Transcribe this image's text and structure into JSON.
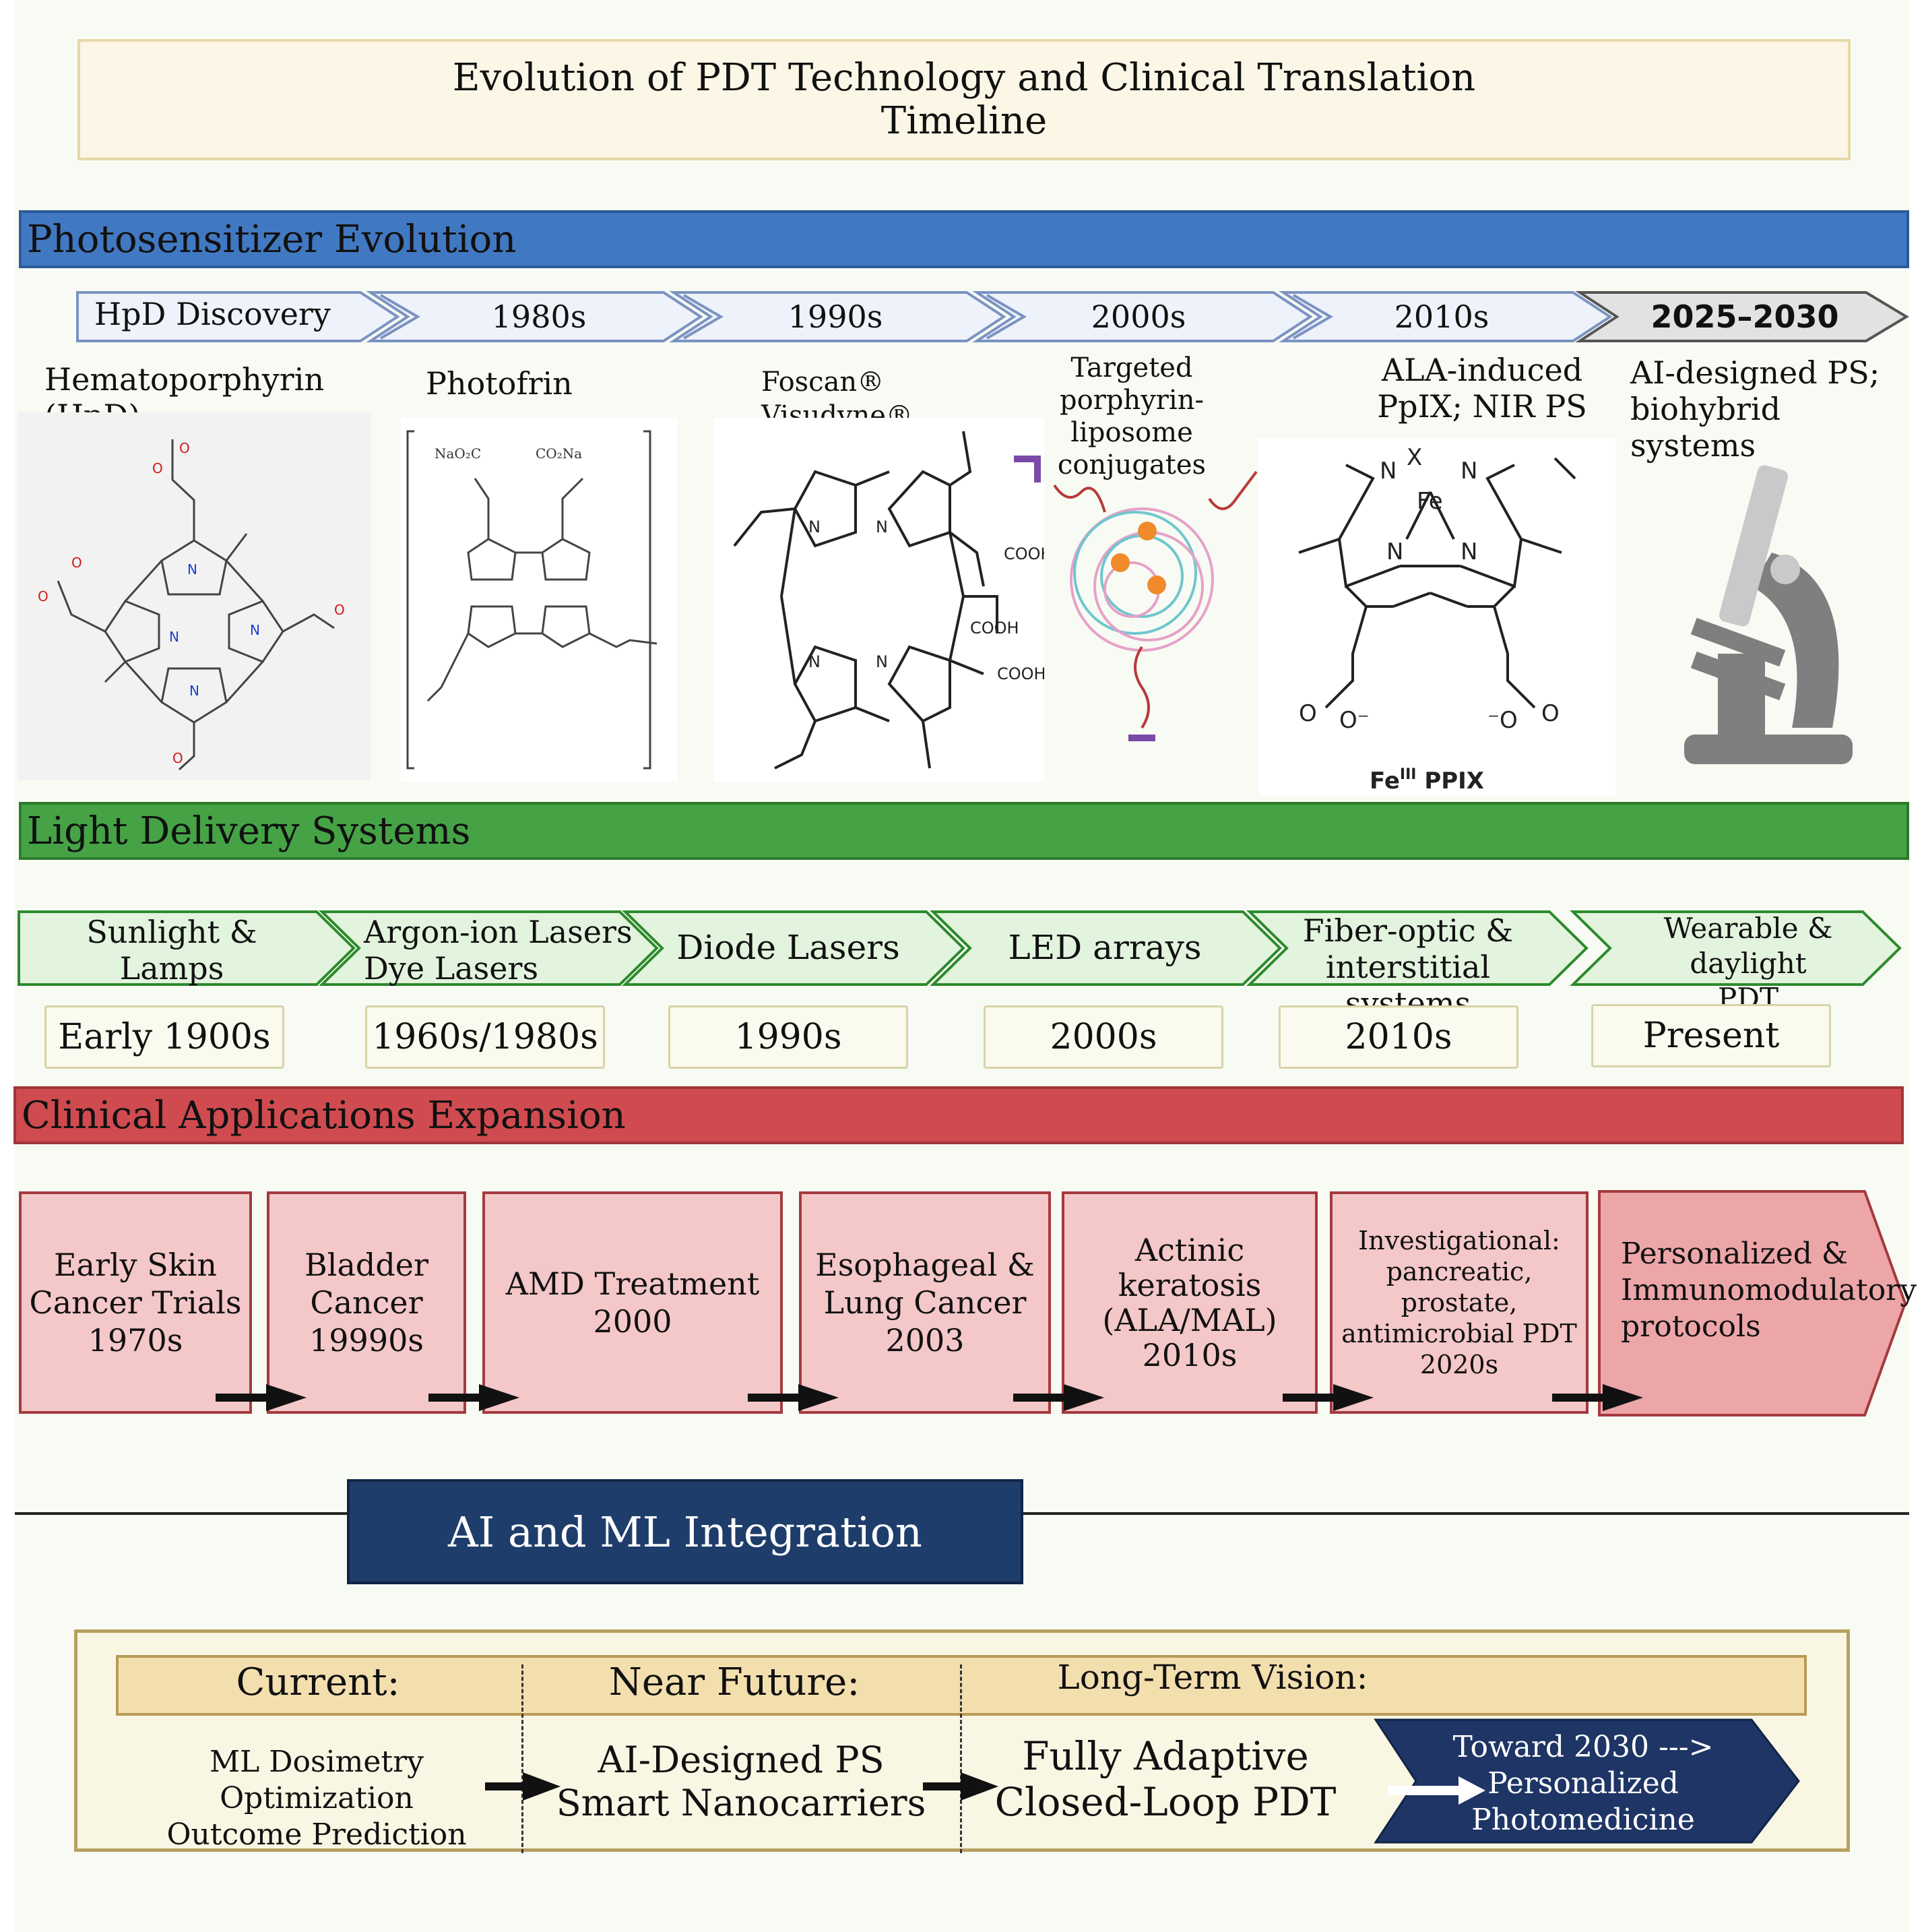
{
  "title": {
    "line1": "Evolution of PDT Technology and Clinical Translation",
    "line2": "Timeline"
  },
  "photosensitizer": {
    "band_label": "Photosensitizer Evolution",
    "chevrons": [
      "HpD Discovery",
      "1980s",
      "1990s",
      "2000s",
      "2010s",
      "2025–2030"
    ],
    "items": [
      {
        "label_line1": "Hematoporphyrin",
        "label_line2": "(HpD)"
      },
      {
        "label_line1": "Photofrin",
        "label_line2": ""
      },
      {
        "label_line1": "Foscan®",
        "label_line2": "Visudyne®"
      },
      {
        "label_line1": "Targeted",
        "label_line2": "porphyrin-",
        "label_line3": "liposome",
        "label_line4": "conjugates"
      },
      {
        "label_line1": "ALA-induced",
        "label_line2": "PpIX; NIR PS"
      },
      {
        "label_line1": "AI-designed PS;",
        "label_line2": "biohybrid",
        "label_line3": "systems"
      }
    ],
    "structure_text": {
      "photofrin_na1": "NaO₂C",
      "photofrin_na2": "CO₂Na",
      "cooh": "COOH",
      "fe_caption": "Fe",
      "fe_caption_sup": "III",
      "fe_caption_tail": " PPIX"
    }
  },
  "light": {
    "band_label": "Light Delivery Systems",
    "chevrons": [
      {
        "line1": "Sunlight & Lamps",
        "line2": ""
      },
      {
        "line1": "Argon-ion Lasers",
        "line2": "Dye Lasers"
      },
      {
        "line1": "Diode Lasers",
        "line2": ""
      },
      {
        "line1": "LED arrays",
        "line2": ""
      },
      {
        "line1": "Fiber-optic &",
        "line2": "interstitial systems"
      },
      {
        "line1": "Wearable & daylight",
        "line2": "PDT"
      }
    ],
    "years": [
      "Early 1900s",
      "1960s/1980s",
      "1990s",
      "2000s",
      "2010s",
      "Present"
    ]
  },
  "clinical": {
    "band_label": "Clinical Applications Expansion",
    "boxes": [
      {
        "lines": [
          "Early Skin",
          "Cancer Trials",
          "1970s"
        ]
      },
      {
        "lines": [
          "Bladder",
          "Cancer",
          "19990s"
        ]
      },
      {
        "lines": [
          "AMD Treatment",
          "2000"
        ]
      },
      {
        "lines": [
          "Esophageal &",
          "Lung Cancer",
          "2003"
        ]
      },
      {
        "lines": [
          "Actinic",
          "keratosis",
          "(ALA/MAL)",
          "2010s"
        ]
      },
      {
        "lines": [
          "Investigational:",
          "pancreatic,",
          "prostate,",
          "antimicrobial PDT",
          "2020s"
        ]
      },
      {
        "lines": [
          "Personalized &",
          "Immunomodulatory",
          "protocols"
        ]
      }
    ]
  },
  "ai": {
    "title": "AI and ML Integration",
    "headers": [
      "Current:",
      "Near Future:",
      "Long-Term Vision:"
    ],
    "current_line1": "ML Dosimetry Optimization",
    "current_line2": "Outcome Prediction",
    "near_line1": "AI-Designed PS",
    "near_line2": "Smart Nanocarriers",
    "long_line1": "Fully Adaptive",
    "long_line2": "Closed-Loop PDT",
    "toward_line1": "Toward 2030 --->",
    "toward_line2": "Personalized",
    "toward_line3": "Photomedicine"
  },
  "colors": {
    "photosensitizer_band": "#4178c2",
    "light_band": "#45a345",
    "clinical_band": "#cf4b4f",
    "ai_box": "#1e3d6b"
  }
}
